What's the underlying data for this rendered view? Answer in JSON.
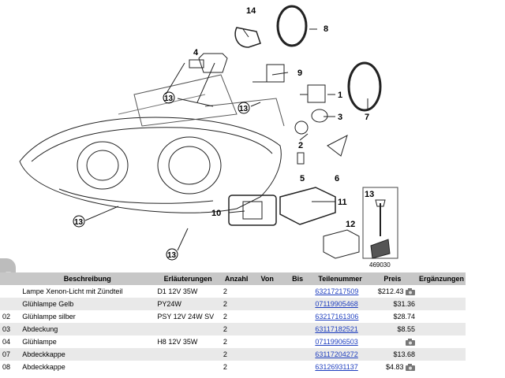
{
  "diagram": {
    "callouts": [
      "14",
      "8",
      "4",
      "9",
      "1",
      "3",
      "2",
      "7",
      "5",
      "6",
      "10",
      "11",
      "12",
      "13"
    ],
    "ref_number": "469030"
  },
  "nav": {
    "arrow": "❯"
  },
  "table": {
    "headers": [
      "",
      "Beschreibung",
      "Erläuterungen",
      "Anzahl",
      "Von",
      "Bis",
      "Teilenummer",
      "Preis",
      "Ergänzungen"
    ],
    "rows": [
      {
        "nr": "",
        "desc": "Lampe Xenon-Licht mit Zündteil",
        "expl": "D1 12V 35W",
        "qty": "2",
        "von": "",
        "bis": "",
        "part": "63217217509",
        "price": "$212.43",
        "camera": true
      },
      {
        "nr": "",
        "desc": "Glühlampe Gelb",
        "expl": "PY24W",
        "qty": "2",
        "von": "",
        "bis": "",
        "part": "07119905468",
        "price": "$31.36",
        "camera": false
      },
      {
        "nr": "02",
        "desc": "Glühlampe silber",
        "expl": "PSY 12V 24W SV",
        "qty": "2",
        "von": "",
        "bis": "",
        "part": "63217161306",
        "price": "$28.74",
        "camera": false
      },
      {
        "nr": "03",
        "desc": "Abdeckung",
        "expl": "",
        "qty": "2",
        "von": "",
        "bis": "",
        "part": "63117182521",
        "price": "$8.55",
        "camera": false
      },
      {
        "nr": "04",
        "desc": "Glühlampe",
        "expl": "H8 12V 35W",
        "qty": "2",
        "von": "",
        "bis": "",
        "part": "07119906503",
        "price": "",
        "camera": true
      },
      {
        "nr": "07",
        "desc": "Abdeckkappe",
        "expl": "",
        "qty": "2",
        "von": "",
        "bis": "",
        "part": "63117204272",
        "price": "$13.68",
        "camera": false
      },
      {
        "nr": "08",
        "desc": "Abdeckkappe",
        "expl": "",
        "qty": "2",
        "von": "",
        "bis": "",
        "part": "63126931137",
        "price": "$4.83",
        "camera": true
      }
    ]
  }
}
